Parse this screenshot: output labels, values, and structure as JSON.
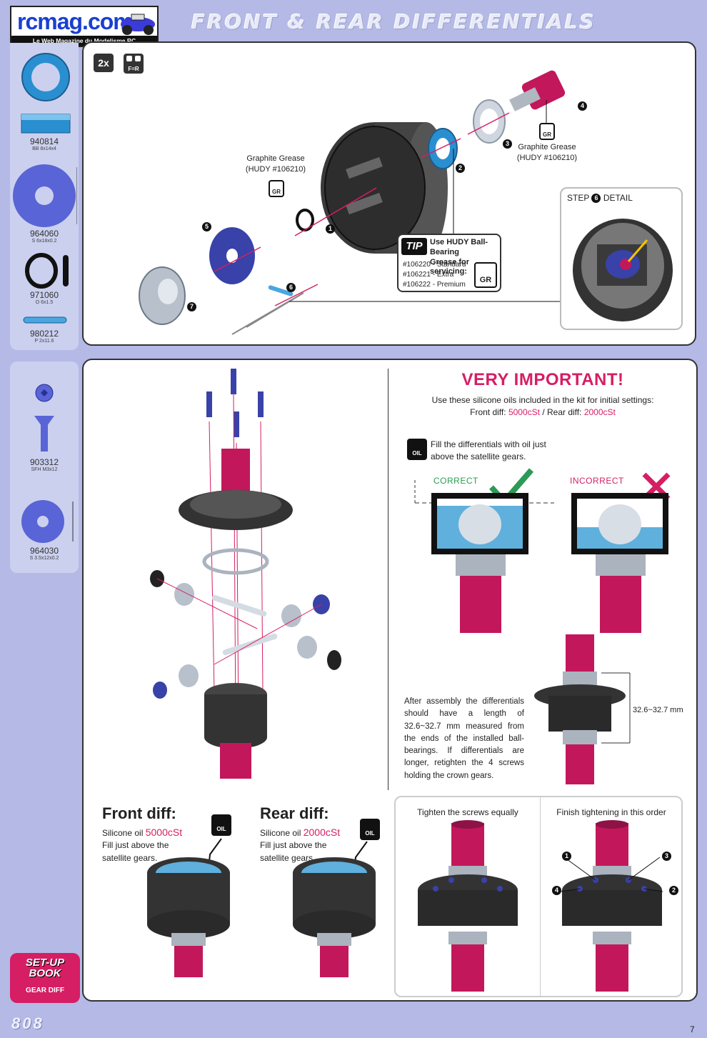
{
  "logo": {
    "main": "rcmag.com",
    "sub": "Le Web Magazine du Modelisme RC"
  },
  "header": {
    "title": "FRONT & REAR DIFFERENTIALS"
  },
  "parts_top": [
    {
      "code": "940814",
      "desc": "BB 8x14x4"
    },
    {
      "code": "964060",
      "desc": "S 6x18x0.2"
    },
    {
      "code": "971060",
      "desc": "O 6x1.5"
    },
    {
      "code": "980212",
      "desc": "P 2x11.6"
    }
  ],
  "parts_bottom": [
    {
      "code": "903312",
      "desc": "SFH M3x12"
    },
    {
      "code": "964030",
      "desc": "S 3.5x12x0.2"
    }
  ],
  "top_panel": {
    "qty_badge": "2x",
    "fr_badge": "F=R",
    "grease_left_1": "Graphite Grease",
    "grease_left_2": "(HUDY #106210)",
    "grease_right_1": "Graphite Grease",
    "grease_right_2": "(HUDY #106210)",
    "gr": "GR",
    "steps": [
      "1",
      "2",
      "3",
      "4",
      "5",
      "6",
      "7"
    ],
    "tip": {
      "tag": "TIP",
      "title_1": "Use HUDY Ball-Bearing",
      "title_2": "Grease for servicing:",
      "lines": [
        "#106220 - Standard",
        "#106221 - Extra",
        "#106222 - Premium"
      ]
    },
    "detail_prefix": "STEP",
    "detail_num": "6",
    "detail_suffix": "DETAIL"
  },
  "important": {
    "title": "VERY IMPORTANT!",
    "line1": "Use these silicone oils included in the kit for initial settings:",
    "front_lbl": "Front diff:",
    "front_val": "5000cSt",
    "sep": " / Rear diff:",
    "rear_val": "2000cSt",
    "fill_1": "Fill the differentials with oil just",
    "fill_2": "above the satellite gears.",
    "oil": "OIL",
    "correct": "CORRECT",
    "incorrect": "INCORRECT"
  },
  "assembly": {
    "text": "After assembly the differentials should have a length of 32.6~32.7 mm measured from the ends of the installed ball-bearings. If differentials are longer, retighten the 4 screws holding the crown gears.",
    "dim": "32.6~32.7 mm"
  },
  "front_diff": {
    "title": "Front diff:",
    "oil_prefix": "Silicone oil",
    "oil_val": "5000cSt",
    "line2": "Fill just above the",
    "line3": "satellite gears."
  },
  "rear_diff": {
    "title": "Rear diff:",
    "oil_prefix": "Silicone oil",
    "oil_val": "2000cSt",
    "line2": "Fill just above the",
    "line3": "satellite gears."
  },
  "tighten": {
    "left": "Tighten the screws equally",
    "right": "Finish tightening in this order",
    "order": [
      "1",
      "2",
      "3",
      "4"
    ]
  },
  "setup_book": {
    "title_1": "SET-UP",
    "title_2": "BOOK",
    "sub": "GEAR DIFF"
  },
  "footer": {
    "logo": "808",
    "page": "7"
  },
  "colors": {
    "accent": "#d61e64",
    "bg": "#b4b9e6",
    "blue": "#2a8fd0",
    "red_part": "#c2185b",
    "green": "#2c9a56"
  }
}
